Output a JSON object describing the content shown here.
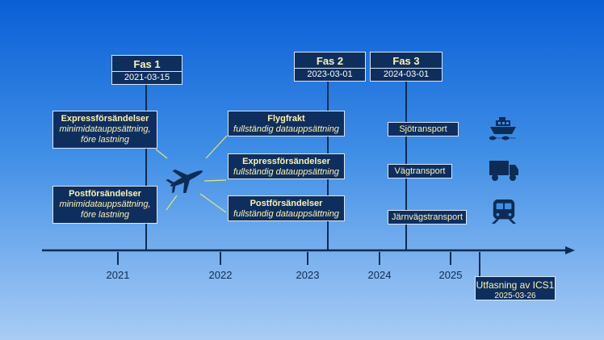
{
  "phases": [
    {
      "title": "Fas 1",
      "date": "2021-03-15"
    },
    {
      "title": "Fas 2",
      "date": "2023-03-01"
    },
    {
      "title": "Fas 3",
      "date": "2024-03-01"
    }
  ],
  "phase1_items": [
    {
      "heading": "Expressförsändelser",
      "sub1": "minimidatauppsättning,",
      "sub2": "före lastning"
    },
    {
      "heading": "Postförsändelser",
      "sub1": "minimidatauppsättning,",
      "sub2": "före lastning"
    }
  ],
  "phase2_items": [
    {
      "heading": "Flygfrakt",
      "sub": "fullständig datauppsättning"
    },
    {
      "heading": "Expressförsändelser",
      "sub": "fullständig datauppsättning"
    },
    {
      "heading": "Postförsändelser",
      "sub": "fullständig datauppsättning"
    }
  ],
  "phase3_items": [
    "Sjötransport",
    "Vägtransport",
    "Järnvägstransport"
  ],
  "years": [
    "2021",
    "2022",
    "2023",
    "2024",
    "2025"
  ],
  "end_event": {
    "title": "Utfasning av ICS1",
    "date": "2025-03-26"
  },
  "icons": [
    "airplane-icon",
    "ship-icon",
    "truck-icon",
    "train-icon"
  ],
  "colors": {
    "box": "#0e2f5e",
    "highlight_text": "#fff3b0",
    "axis": "#0d2c54",
    "connector": "#e9e76a"
  }
}
